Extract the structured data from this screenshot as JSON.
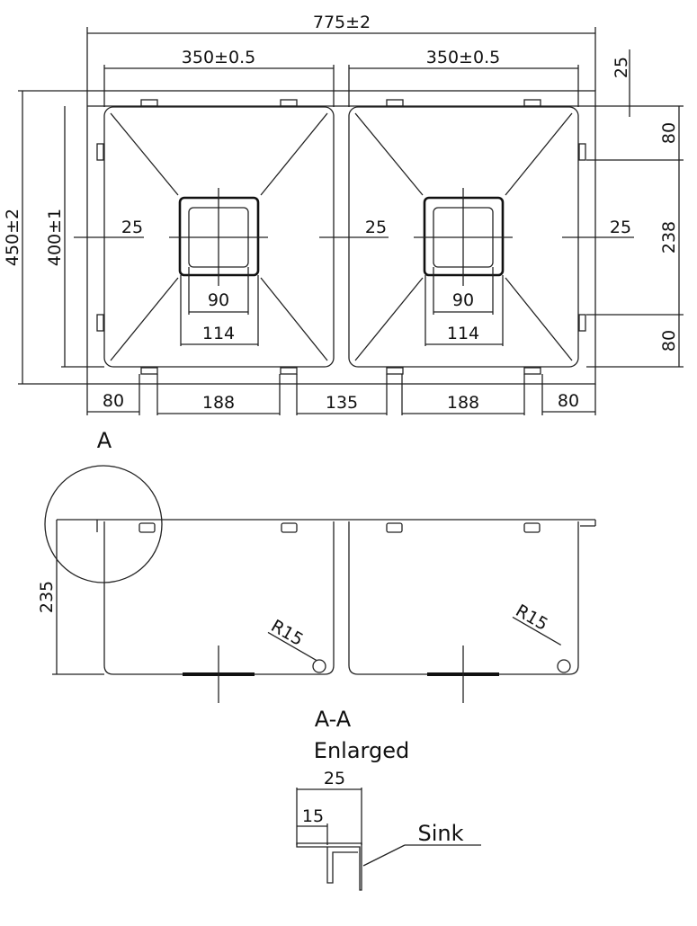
{
  "top_view": {
    "overall_width": "775±2",
    "bowl_width_left": "350±0.5",
    "bowl_width_right": "350±0.5",
    "overall_depth": "450±2",
    "bowl_depth": "400±1",
    "right_top_offset": "25",
    "right_clip_offset_top": "80",
    "right_clip_spacing": "238",
    "right_clip_offset_bottom": "80",
    "drain_offset_left": "25",
    "drain_offset_middle": "25",
    "drain_offset_right": "25",
    "drain_inner_left": "90",
    "drain_outer_left": "114",
    "drain_inner_right": "90",
    "drain_outer_right": "114",
    "bottom_dims": [
      "80",
      "188",
      "135",
      "188",
      "80"
    ]
  },
  "section_view": {
    "detail_marker": "A",
    "height": "235",
    "radius_left": "R15",
    "radius_right": "R15",
    "section_label": "A-A",
    "enlarged_label": "Enlarged"
  },
  "detail": {
    "width_total": "25",
    "width_flange": "15",
    "sink_label": "Sink"
  }
}
